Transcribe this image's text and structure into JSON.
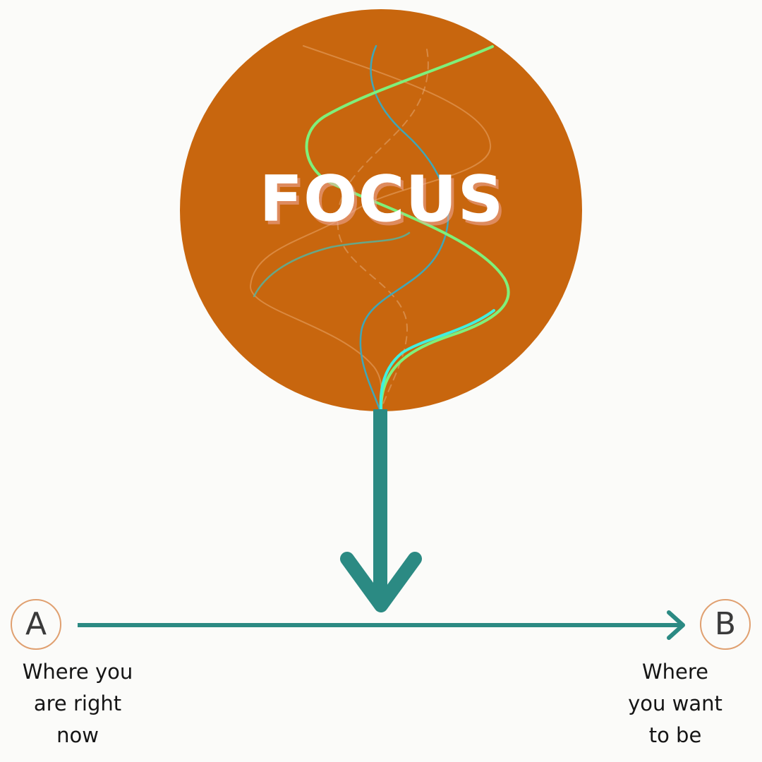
{
  "focus": {
    "title": "FOCUS"
  },
  "start_point": {
    "letter": "A",
    "caption_lines": [
      "Where you",
      "are right",
      "now"
    ]
  },
  "end_point": {
    "letter": "B",
    "caption_lines": [
      "Where",
      "you want",
      "to be"
    ]
  },
  "icons": {
    "down_arrow": "down-arrow-icon",
    "right_arrow": "right-arrow-icon",
    "swirl": "swirl-lines-icon"
  },
  "colors": {
    "circle_fill": "#c8660e",
    "arrow_teal": "#2b8a83",
    "node_ring": "#e0a070",
    "background": "#fbfbf9"
  }
}
